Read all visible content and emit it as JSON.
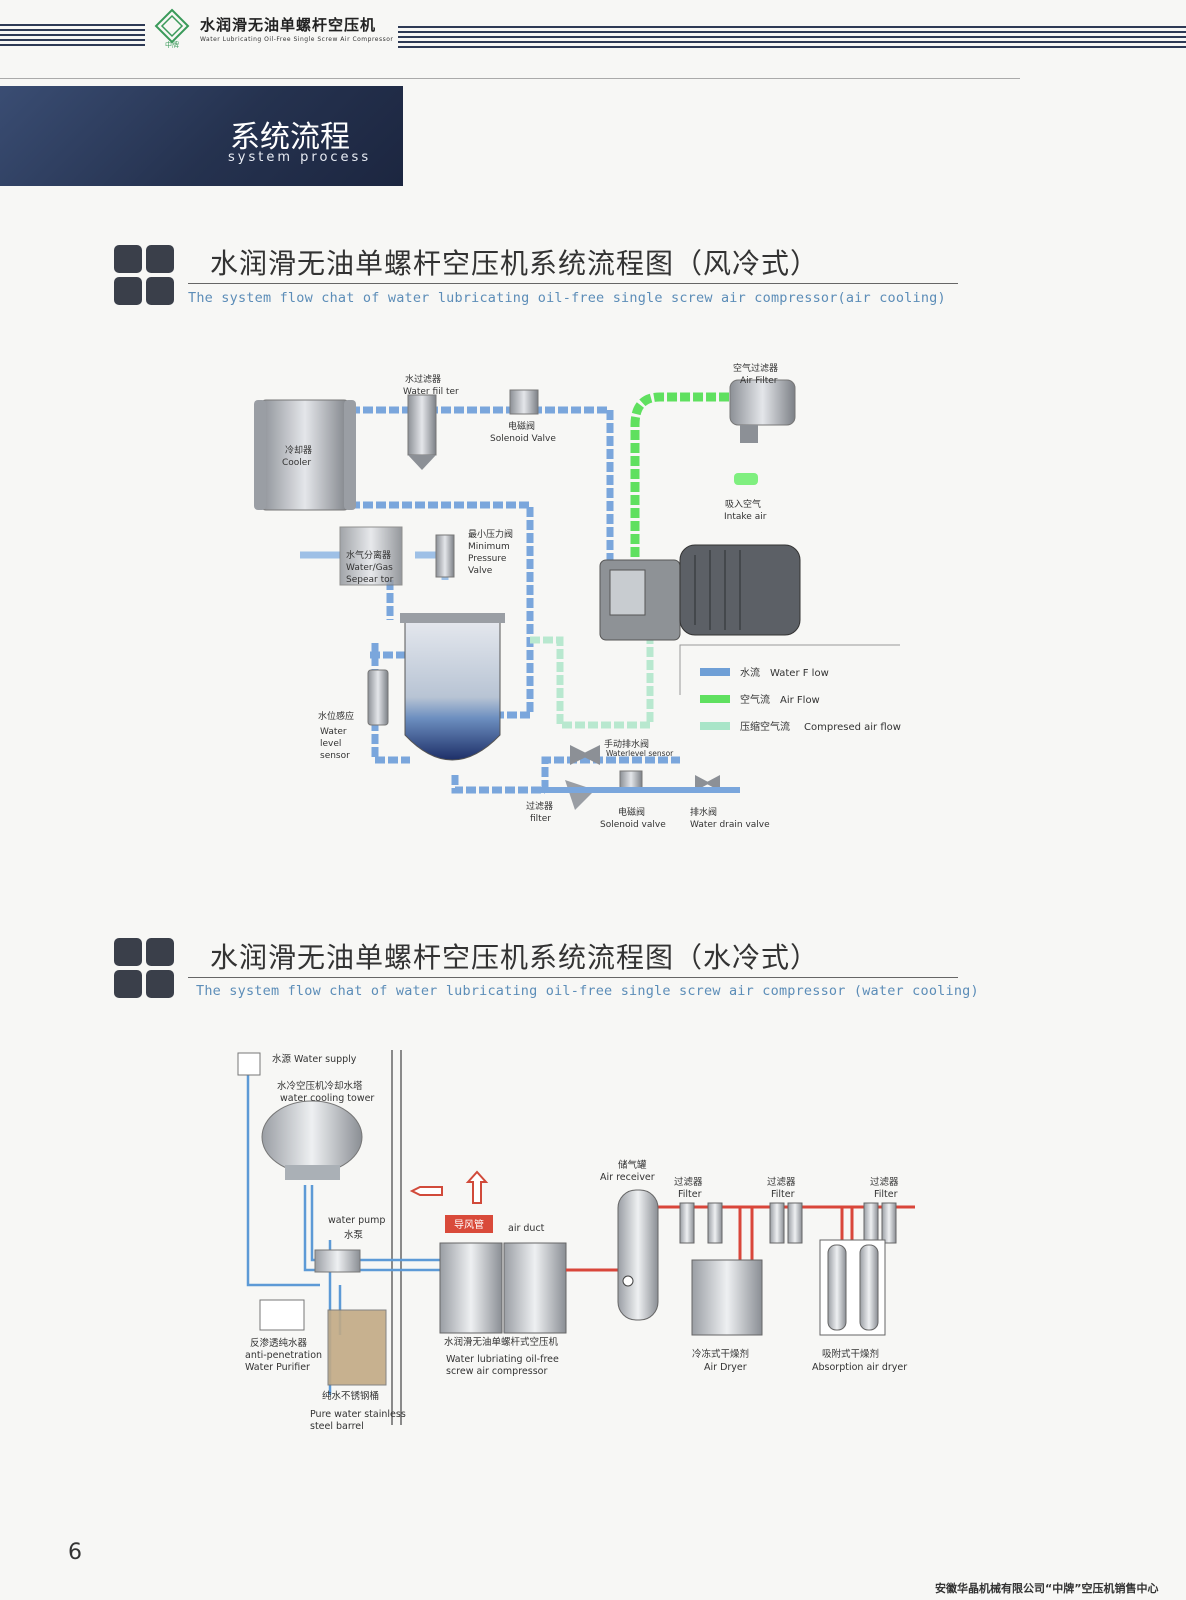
{
  "header": {
    "logo_text": "中牌",
    "title": "水润滑无油单螺杆空压机",
    "subtitle": "Water Lubricating Oil-Free Single Screw Air Compressor"
  },
  "section": {
    "title_cn": "系统流程",
    "title_en": "system process"
  },
  "diagram_air": {
    "title_cn": "水润滑无油单螺杆空压机系统流程图（风冷式）",
    "title_en": "The system flow chat of water lubricating oil-free single screw air compressor(air cooling)",
    "labels": {
      "water_filter_cn": "水过滤器",
      "water_filter_en": "Water fiil ter",
      "solenoid_cn": "电磁阀",
      "solenoid_en": "Solenoid Valve",
      "air_filter_cn": "空气过滤器",
      "air_filter_en": "Air Filter",
      "cooler_cn": "冷却器",
      "cooler_en": "Cooler",
      "intake_cn": "吸入空气",
      "intake_en": "Intake air",
      "separator_cn": "水气分离器",
      "separator_en1": "Water/Gas",
      "separator_en2": "Sepear tor",
      "mpv_cn": "最小压力阀",
      "mpv_en1": "Minimum",
      "mpv_en2": "Pressure",
      "mpv_en3": "Valve",
      "level_cn": "水位感应",
      "level_en1": "Water",
      "level_en2": "level",
      "level_en3": "sensor",
      "manual_drain_cn": "手动排水阀",
      "manual_drain_en": "Waterlevel sensor",
      "filter_cn": "过滤器",
      "filter_en": "filter",
      "solenoid2_cn": "电磁阀",
      "solenoid2_en": "Solenoid valve",
      "drain_cn": "排水阀",
      "drain_en": "Water drain valve"
    },
    "legend": [
      {
        "cn": "水流",
        "en": "Water F low",
        "color": "#6f9fd6"
      },
      {
        "cn": "空气流",
        "en": "Air Flow",
        "color": "#5fe05f"
      },
      {
        "cn": "压缩空气流",
        "en": "Compresed air flow",
        "color": "#a9e5c8"
      }
    ]
  },
  "diagram_water": {
    "title_cn": "水润滑无油单螺杆空压机系统流程图（水冷式）",
    "title_en": "The system flow chat of water lubricating oil-free single screw air compressor (water cooling)",
    "labels": {
      "water_supply": "水源 Water supply",
      "tower_cn": "水冷空压机冷却水塔",
      "tower_en": "water cooling tower",
      "pump_en": "water pump",
      "pump_cn": "水泵",
      "duct_cn": "导风管",
      "duct_en": "air duct",
      "receiver_cn": "储气罐",
      "receiver_en": "Air receiver",
      "filter_cn": "过滤器",
      "filter_en": "Filter",
      "purifier_cn": "反渗透纯水器",
      "purifier_en1": "anti-penetration",
      "purifier_en2": "Water Purifier",
      "compressor_cn": "水润滑无油单螺杆式空压机",
      "compressor_en1": "Water lubriating oil-free",
      "compressor_en2": "screw air compressor",
      "dryer_cn": "冷冻式干燥剂",
      "dryer_en": "Air Dryer",
      "absorb_cn": "吸附式干燥剂",
      "absorb_en": "Absorption air dryer",
      "barrel_cn": "纯水不锈钢桶",
      "barrel_en1": "Pure water stainless",
      "barrel_en2": "steel barrel"
    }
  },
  "page_number": "6",
  "footer": "安徽华晶机械有限公司“中牌”空压机销售中心"
}
